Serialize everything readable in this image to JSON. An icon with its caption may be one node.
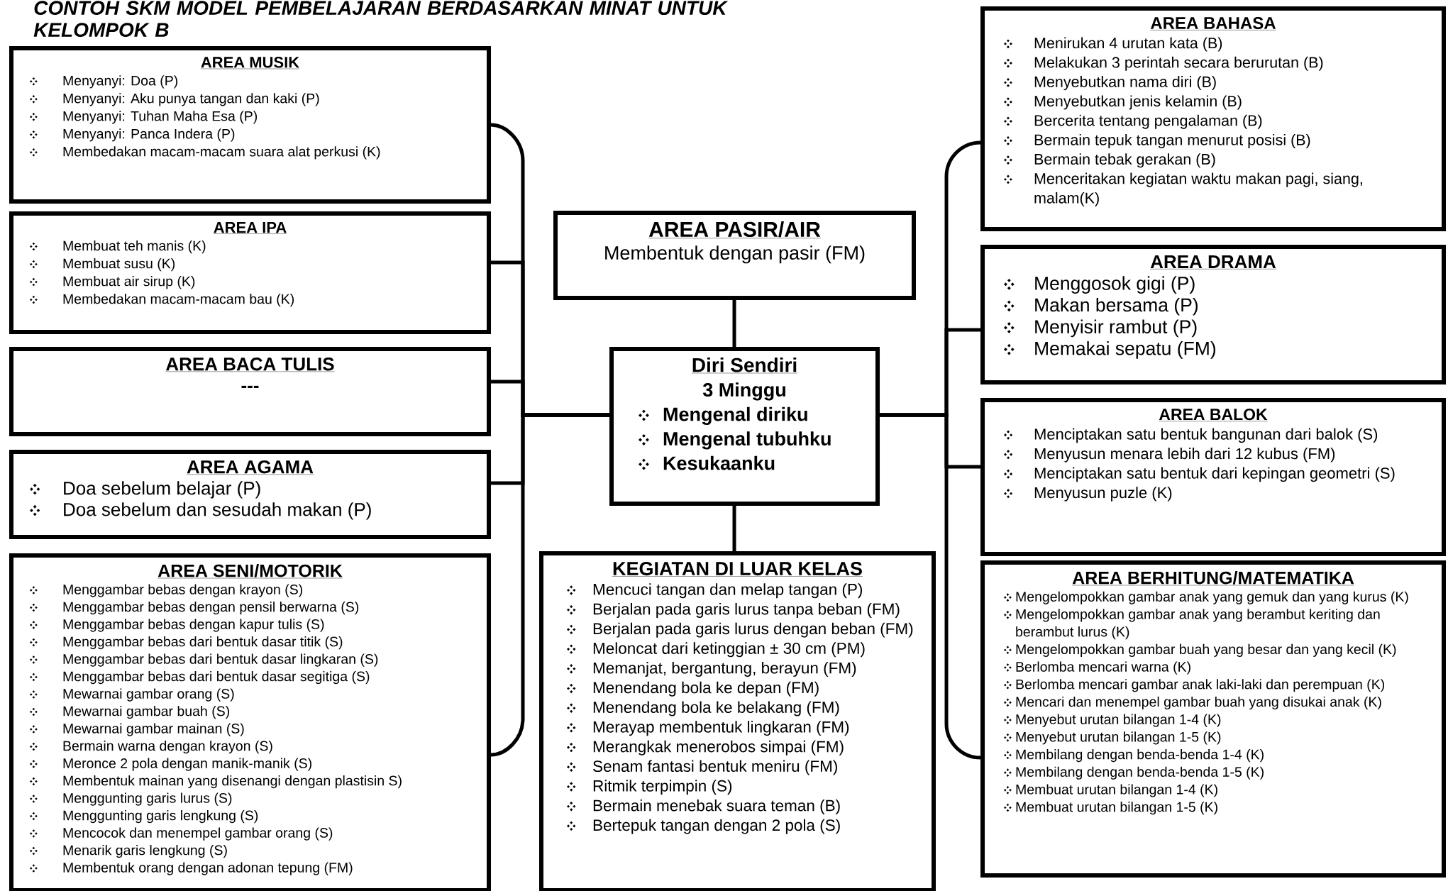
{
  "diagram": {
    "title": "CONTOH SKM MODEL PEMBELAJARAN BERDASARKAN MINAT UNTUK KELOMPOK B",
    "nodes": [
      {
        "text": [
          "AREA MUSIK",
          "Menyanyi: Doa (P)",
          "Menyanyi: Aku punya tangan dan kaki (P)",
          "Menyanyi: Tuhan Maha Esa (P)",
          "Menyanyi: Panca Indera (P)",
          "Membedakan macam-macam suara alat perkusi (K)"
        ]
      },
      {
        "text": [
          "AREA IPA",
          "Membuat teh manis (K)",
          "Membuat susu (K)",
          "Membuat air sirup (K)",
          "Membedakan macam-macam bau (K)"
        ]
      },
      {
        "text": [
          "AREA BACA TULIS",
          "---"
        ]
      },
      {
        "text": [
          "AREA AGAMA",
          "Doa sebelum belajar (P)",
          "Doa sebelum dan sesudah makan (P)"
        ]
      },
      {
        "text": [
          "AREA SENI/MOTORIK",
          "Menggambar bebas dengan krayon (S)",
          "Menggambar bebas dengan pensil berwarna (S)",
          "Menggambar bebas dengan kapur tulis (S)",
          "Menggambar bebas dari bentuk dasar titik (S)",
          "Menggambar bebas dari bentuk dasar lingkaran (S)",
          "Menggambar bebas dari bentuk dasar segitiga (S)",
          "Mewarnai gambar orang (S)",
          "Mewarnai gambar buah (S)",
          "Mewarnai gambar mainan (S)",
          "Bermain warna dengan krayon (S)",
          "Meronce 2 pola dengan manik-manik (S)",
          "Membentuk mainan yang disenangi dengan plastisin S)",
          "Menggunting garis lurus (S)",
          "Menggunting garis lengkung (S)",
          "Mencocok dan menempel gambar orang (S)",
          "Menarik garis lengkung (S)",
          "Membentuk orang dengan adonan tepung (FM)"
        ]
      },
      {
        "text": [
          "AREA PASIR/AIR",
          "Membentuk dengan pasir (FM)"
        ]
      },
      {
        "text": [
          "Diri Sendiri",
          "3 Minggu",
          "Mengenal diriku",
          "Mengenal tubuhku",
          "Kesukaanku"
        ]
      },
      {
        "text": [
          "KEGIATAN DI LUAR KELAS",
          "Mencuci tangan dan melap tangan (P)",
          "Berjalan pada garis lurus tanpa beban (FM)",
          "Berjalan pada garis lurus dengan beban (FM)",
          "Meloncat dari ketinggian ± 30 cm (PM)",
          "Memanjat, bergantung, berayun (FM)",
          "Menendang bola ke depan (FM)",
          "Menendang bola ke belakang (FM)",
          "Merayap membentuk lingkaran (FM)",
          "Merangkak menerobos simpai (FM)",
          "Senam fantasi bentuk meniru (FM)",
          "Ritmik terpimpin (S)",
          "Bermain menebak suara teman (B)",
          "Bertepuk tangan dengan 2 pola (S)"
        ]
      },
      {
        "text": [
          "AREA BAHASA",
          "Menirukan 4 urutan kata (B)",
          "Melakukan 3 perintah secara berurutan (B)",
          "Menyebutkan nama diri (B)",
          "Menyebutkan jenis kelamin (B)",
          "Bercerita tentang pengalaman (B)",
          "Bermain tepuk tangan menurut posisi (B)",
          "Bermain tebak gerakan (B)",
          "Menceritakan kegiatan waktu makan pagi, siang, malam(K)"
        ]
      },
      {
        "text": [
          "AREA DRAMA",
          "Menggosok gigi (P)",
          "Makan bersama (P)",
          "Menyisir rambut (P)",
          "Memakai sepatu (FM)"
        ]
      },
      {
        "text": [
          "AREA BALOK",
          "Menciptakan satu bentuk bangunan dari balok (S)",
          "Menyusun menara lebih dari 12 kubus (FM)",
          "Menciptakan satu bentuk dari kepingan geometri (S)",
          "Menyusun puzle (K)"
        ]
      },
      {
        "text": [
          "AREA BERHITUNG/MATEMATIKA",
          "Mengelompokkan gambar anak yang gemuk dan yang kurus (K)",
          "Mengelompokkan gambar anak yang berambut keriting dan berambut lurus (K)",
          "Mengelompokkan gambar buah yang besar dan yang kecil (K)",
          "Berlomba mencari warna (K)",
          "Berlomba mencari gambar anak laki-laki dan perempuan (K)",
          "Mencari dan menempel gambar buah yang disukai anak (K)",
          "Menyebut urutan bilangan 1-4 (K)",
          "Menyebut urutan bilangan 1-5 (K)",
          "Membilang dengan benda-benda 1-4 (K)",
          "Membilang dengan benda-benda 1-5 (K)",
          "Membuat urutan bilangan 1-4 (K)",
          "Membuat urutan bilangan 1-5 (K)"
        ]
      }
    ],
    "edges": [
      {
        "from": 6,
        "to": 0,
        "arrow": "none"
      },
      {
        "from": 6,
        "to": 1,
        "arrow": "none"
      },
      {
        "from": 6,
        "to": 2,
        "arrow": "none"
      },
      {
        "from": 6,
        "to": 3,
        "arrow": "none"
      },
      {
        "from": 6,
        "to": 4,
        "arrow": "none"
      },
      {
        "from": 6,
        "to": 5,
        "arrow": "none"
      },
      {
        "from": 6,
        "to": 7,
        "arrow": "none"
      },
      {
        "from": 6,
        "to": 8,
        "arrow": "none"
      },
      {
        "from": 6,
        "to": 9,
        "arrow": "none"
      },
      {
        "from": 6,
        "to": 10,
        "arrow": "none"
      },
      {
        "from": 6,
        "to": 11,
        "arrow": "none"
      }
    ]
  }
}
